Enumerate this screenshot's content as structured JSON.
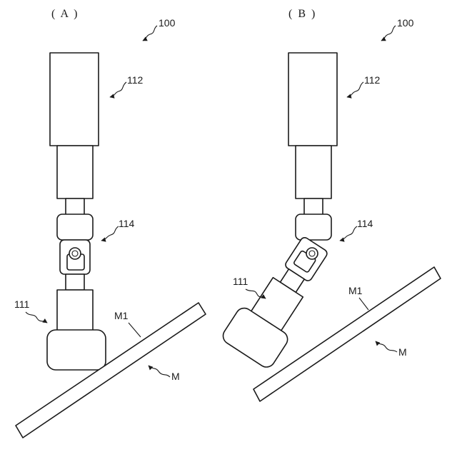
{
  "panel_a": {
    "label": "( A )",
    "ref_100": "100",
    "ref_112": "112",
    "ref_114": "114",
    "ref_111": "111",
    "ref_m1": "M1",
    "ref_m": "M"
  },
  "panel_b": {
    "label": "( B )",
    "ref_100": "100",
    "ref_112": "112",
    "ref_114": "114",
    "ref_111": "111",
    "ref_m1": "M1",
    "ref_m": "M"
  }
}
